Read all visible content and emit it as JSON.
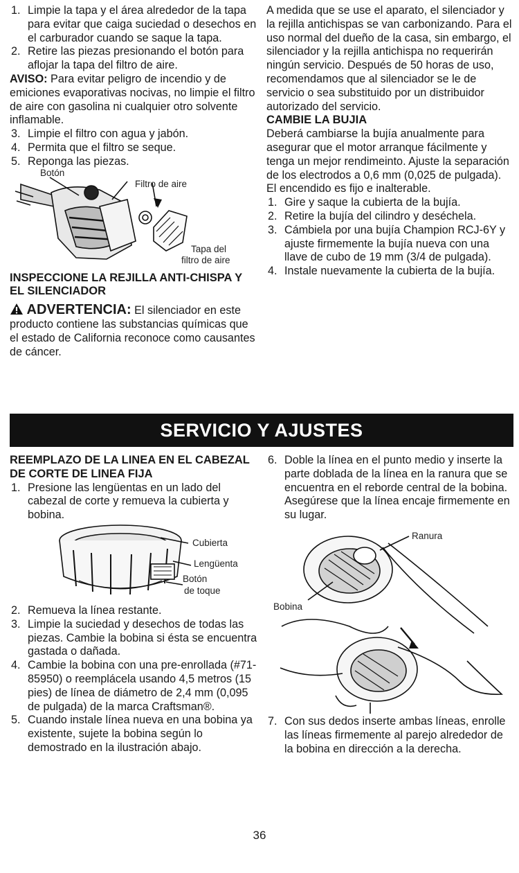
{
  "left_top": {
    "step1_num": "1.",
    "step1": "Limpie la tapa y el área alrededor de la tapa para evitar que caiga suciedad o desechos en el carburador cuando se saque la tapa.",
    "step2_num": "2.",
    "step2": "Retire las piezas presionando el botón para aflojar la tapa del filtro de aire.",
    "aviso_label": "AVISO:",
    "aviso_text": " Para evitar peligro de incendio y de emiciones evaporativas nocivas, no limpie el filtro de aire con gasolina ni cualquier otro solvente inflamable.",
    "step3_num": "3.",
    "step3": "Limpie el filtro con agua y jabón.",
    "step4_num": "4.",
    "step4": "Permita que el filtro se seque.",
    "step5_num": "5.",
    "step5": "Reponga las piezas.",
    "fig_boton": "Botón",
    "fig_filtro": "Filtro de aire",
    "fig_tapa1": "Tapa del",
    "fig_tapa2": "filtro de aire",
    "insp_heading": "INSPECCIONE LA REJILLA ANTI-CHISPA Y EL SILENCIADOR",
    "adv_label": "ADVERTENCIA:",
    "adv_text": " El silenciador en este producto contiene las substancias químicas que el estado de California reconoce como causantes de cáncer."
  },
  "right_top": {
    "para": "A medida que se use el aparato, el silenciador y la rejilla antichispas se van carbonizando. Para el uso normal del dueño de la casa, sin embargo, el silenciador y la rejilla antichispa no requerirán ningún servicio. Después de 50 horas de uso, recomendamos que al silenciador se le de servicio o sea substituido por un distribuidor autorizado del servicio.",
    "heading": "CAMBIE LA BUJIA",
    "para2": "Deberá cambiarse la bujía anualmente para asegurar que el motor arranque fácilmente y tenga un mejor rendimeinto. Ajuste la separación de los electrodos a 0,6 mm (0,025 de pulgada). El encendido es fijo e inalterable.",
    "s1_num": "1.",
    "s1": "Gire y saque la cubierta de la bujía.",
    "s2_num": "2.",
    "s2": "Retire la bujía del cilindro y deséchela.",
    "s3_num": "3.",
    "s3": "Cámbiela por una bujía Champion RCJ-6Y y ajuste firmemente la bujía nueva con una llave de cubo de 19 mm (3/4 de pulgada).",
    "s4_num": "4.",
    "s4": "Instale nuevamente la cubierta de la bujía."
  },
  "banner": "SERVICIO Y AJUSTES",
  "left_bottom": {
    "heading": "REEMPLAZO DE LA LINEA EN EL CABEZAL DE CORTE DE LINEA FIJA",
    "s1_num": "1.",
    "s1": "Presione las lengüentas en un lado del cabezal de corte y remueva la cubierta y bobina.",
    "fig_cubierta": "Cubierta",
    "fig_lenguenta": "Lengüenta",
    "fig_boton1": "Botón",
    "fig_boton2": "de toque",
    "s2_num": "2.",
    "s2": "Remueva la línea restante.",
    "s3_num": "3.",
    "s3": "Limpie la suciedad y desechos de todas las piezas. Cambie la bobina si ésta se encuentra gastada o dañada.",
    "s4_num": "4.",
    "s4": "Cambie la bobina con una pre-enrollada (#71-85950) o reemplácela usando 4,5 metros (15 pies) de línea de diámetro de 2,4 mm (0,095 de pulgada) de la marca Craftsman®.",
    "s5_num": "5.",
    "s5": "Cuando instale línea nueva en una bobina ya existente, sujete la bobina según lo demostrado en la ilustración abajo."
  },
  "right_bottom": {
    "s6_num": "6.",
    "s6": "Doble la línea en el punto medio y inserte la parte doblada de la línea en la ranura que se encuentra en el reborde central de la bobina. Asegúrese que la línea encaje firmemente en su lugar.",
    "fig_ranura": "Ranura",
    "fig_bobina": "Bobina",
    "s7_num": "7.",
    "s7": "Con sus dedos inserte ambas líneas, enrolle las líneas firmemente al parejo alrededor de la bobina en dirección a la derecha."
  },
  "page_number": "36"
}
